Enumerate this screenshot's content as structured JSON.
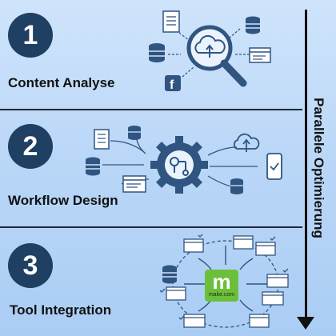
{
  "steps": [
    {
      "number": "1",
      "title": "Content Analyse"
    },
    {
      "number": "2",
      "title": "Workflow Design"
    },
    {
      "number": "3",
      "title": "Tool Integration"
    }
  ],
  "side_label": "Parallele Optimierung",
  "logo": {
    "letter": "m",
    "text": "make.com"
  },
  "colors": {
    "circle": "#1f3f63",
    "icon_fill": "#2f5580",
    "logo_green": "#6cbf3a"
  },
  "icons": [
    "document-icon",
    "database-icon",
    "browser-window-icon",
    "cloud-upload-icon",
    "magnifier-icon",
    "facebook-icon",
    "gear-icon",
    "smartphone-icon",
    "checklist-icon"
  ]
}
